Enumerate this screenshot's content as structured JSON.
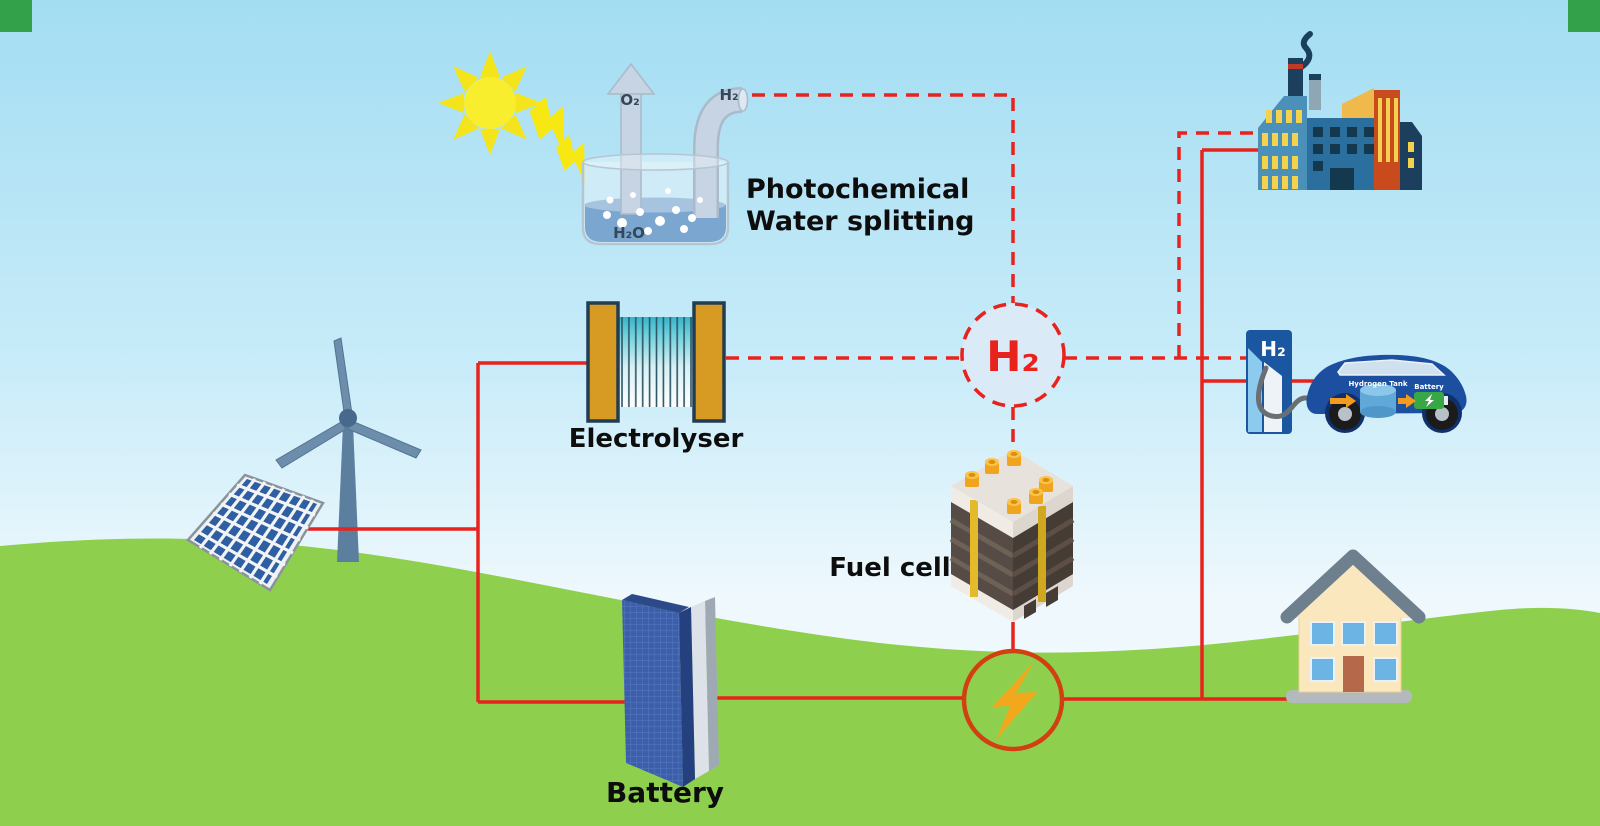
{
  "diagram": {
    "photochemical": {
      "title_line1": "Photochemical",
      "title_line2": "Water splitting",
      "o2_label": "O₂",
      "h2_label": "H₂",
      "h2o_label": "H₂O"
    },
    "electrolyser": {
      "label": "Electrolyser"
    },
    "h2_hub": {
      "label": "H₂"
    },
    "fuel_cell": {
      "label": "Fuel cell"
    },
    "battery": {
      "label": "Battery"
    },
    "fuel_station": {
      "pump_label": "H₂",
      "car_tank_label": "Hydrogen Tank",
      "car_battery_label": "Battery"
    },
    "energy_sources": [
      "sun",
      "solar-panel",
      "wind-turbine"
    ],
    "energy_consumers": [
      "factory",
      "hydrogen-car",
      "house"
    ],
    "connections": {
      "hydrogen": {
        "style": "dashed",
        "color": "#e8231d",
        "links": [
          "photochemical-water-splitting → h2-hub",
          "electrolyser → h2-hub",
          "h2-hub → fuel-cell",
          "h2-hub → hydrogen-pump",
          "h2-hub → factory"
        ]
      },
      "electricity": {
        "style": "solid",
        "color": "#e8231d",
        "links": [
          "solar-panel → electrolyser",
          "solar-panel → battery",
          "battery → electricity-junction",
          "fuel-cell → electricity-junction",
          "electricity-junction → house",
          "electricity-junction → factory",
          "electricity-junction → hydrogen-car"
        ]
      }
    }
  },
  "colors": {
    "sky_top": "#a3ddf2",
    "sky_horizon": "#f2fafd",
    "grass": "#8ed04e",
    "line_red": "#e8231d",
    "sun_yellow": "#f7e91f",
    "electrolyser_plate": "#d79a22",
    "h2_hub_fill": "#dbeaf7",
    "bolt_yellow": "#f2a81c"
  }
}
